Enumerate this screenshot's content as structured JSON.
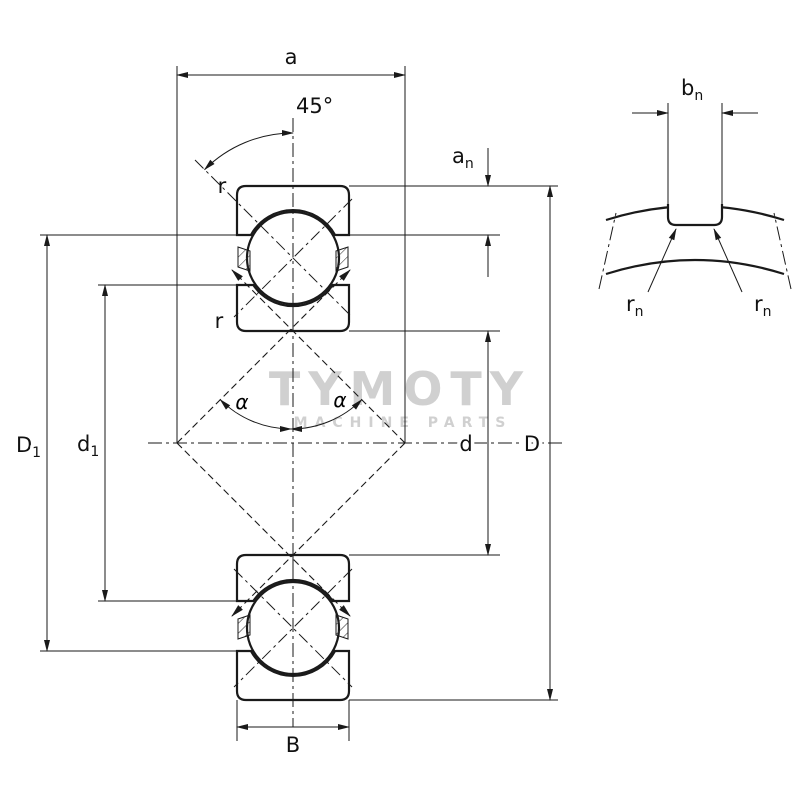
{
  "colors": {
    "line": "#1a1a1a",
    "watermark": "#c8c8c8",
    "background": "#ffffff"
  },
  "watermark": {
    "brand": "TYMOTY",
    "tagline": "MACHINE PARTS"
  },
  "main_view": {
    "dimensions": {
      "a": "a",
      "angle_top": "45°",
      "an": {
        "main": "a",
        "sub": "n"
      },
      "r_upper": "r",
      "r_lower": "r",
      "D1": {
        "main": "D",
        "sub": "1"
      },
      "d1": {
        "main": "d",
        "sub": "1"
      },
      "d": "d",
      "D": "D",
      "B": "B",
      "alpha_left": "α",
      "alpha_right": "α"
    }
  },
  "detail_view": {
    "dimensions": {
      "bn": {
        "main": "b",
        "sub": "n"
      },
      "rn_left": {
        "main": "r",
        "sub": "n"
      },
      "rn_right": {
        "main": "r",
        "sub": "n"
      }
    }
  }
}
